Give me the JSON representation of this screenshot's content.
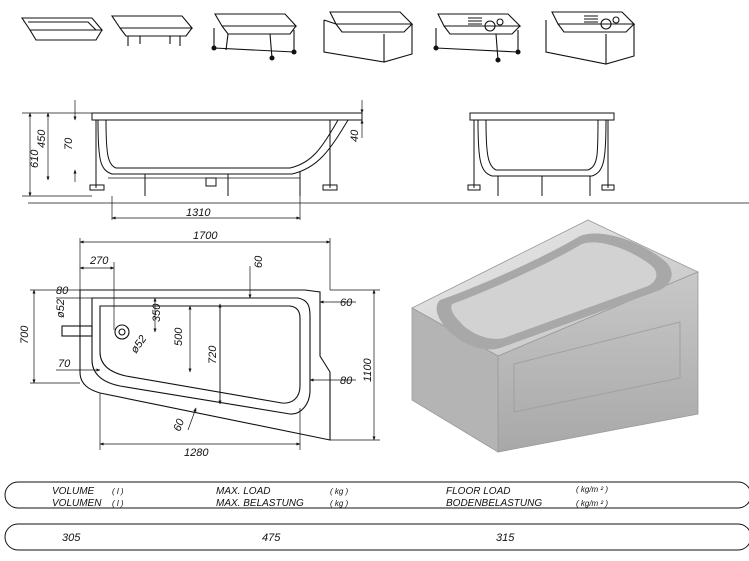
{
  "thumbnails": [
    {
      "name": "bath-only-icon"
    },
    {
      "name": "bath-with-legs-icon"
    },
    {
      "name": "bath-with-frame-icon"
    },
    {
      "name": "bath-with-panel-icon"
    },
    {
      "name": "bath-with-frame-hydromassage-icon"
    },
    {
      "name": "bath-with-panel-hydromassage-icon"
    }
  ],
  "side_view": {
    "dims": {
      "total_height": "610",
      "bath_height": "450",
      "depth": "70",
      "rim": "40",
      "support_width": "1310"
    }
  },
  "plan_view": {
    "dims": {
      "length": "1700",
      "offset_top": "270",
      "rim_top": "60",
      "side_left": "80",
      "drain_dia": "ø52",
      "overflow_dia": "ø52",
      "drain_pos": "350",
      "right_top": "60",
      "inner_mid": "500",
      "inner_depth": "720",
      "width_left": "700",
      "width_right": "1100",
      "side_left_bottom": "70",
      "right_bottom": "80",
      "rim_bottom": "60",
      "length_bottom": "1280"
    }
  },
  "specs": {
    "volume_label_1": "VOLUME",
    "volume_label_2": "VOLUMEN",
    "volume_unit": "( l )",
    "load_label_1": "MAX.  LOAD",
    "load_label_2": "MAX.  BELASTUNG",
    "load_unit": "( kg )",
    "floor_label_1": "FLOOR  LOAD",
    "floor_label_2": "BODENBELASTUNG",
    "floor_unit": "( kg/m ² )",
    "volume_value": "305",
    "load_value": "475",
    "floor_value": "315"
  },
  "colors": {
    "line": "#111111",
    "render_fill": "#d8d8d8",
    "render_dark": "#9a9a9a"
  }
}
